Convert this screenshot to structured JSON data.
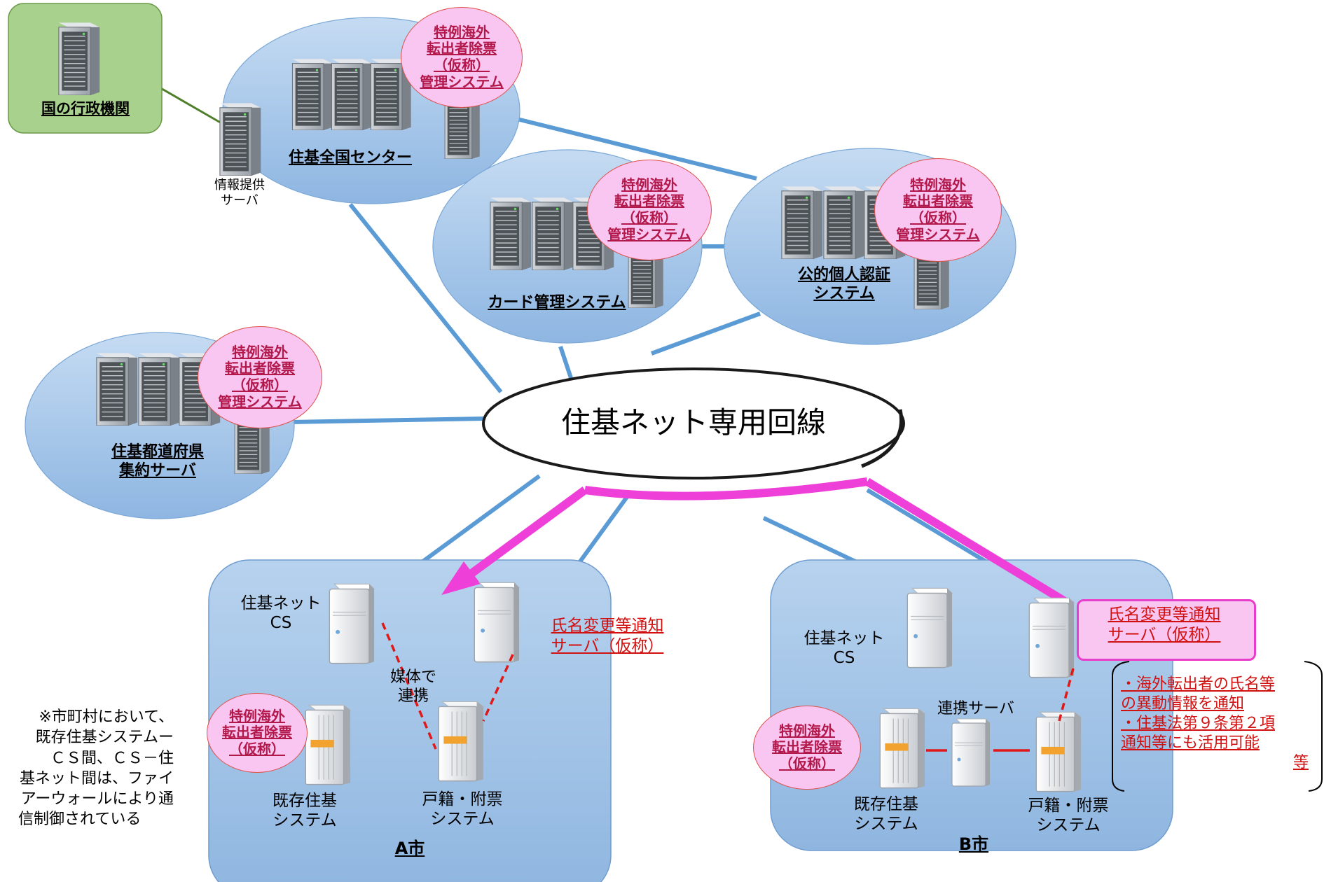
{
  "central_network": "住基ネット専用回線",
  "government": {
    "label": "国の行政機関"
  },
  "info_server": {
    "label_line1": "情報提供",
    "label_line2": "サーバ"
  },
  "special_system": {
    "line1": "特例海外",
    "line2": "転出者除票",
    "line3": "（仮称）",
    "line4": "管理システム"
  },
  "national_center": {
    "label": "住基全国センター"
  },
  "card_system": {
    "label": "カード管理システム"
  },
  "jpki": {
    "label_line1": "公的個人認証",
    "label_line2": "システム"
  },
  "prefecture": {
    "label_line1": "住基都道府県",
    "label_line2": "集約サーバ"
  },
  "city_a": {
    "name": "A市",
    "cs_line1": "住基ネット",
    "cs_line2": "CS",
    "notify_line1": "氏名変更等通知",
    "notify_line2": "サーバ（仮称）",
    "media_line1": "媒体で",
    "media_line2": "連携",
    "existing_line1": "既存住基",
    "existing_line2": "システム",
    "koseki_line1": "戸籍・附票",
    "koseki_line2": "システム"
  },
  "city_b": {
    "name": "B市",
    "cs_line1": "住基ネット",
    "cs_line2": "CS",
    "notify_line1": "氏名変更等通知",
    "notify_line2": "サーバ（仮称）",
    "link_server": "連携サーバ",
    "existing_line1": "既存住基",
    "existing_line2": "システム",
    "koseki_line1": "戸籍・附票",
    "koseki_line2": "システム"
  },
  "small_bubble": {
    "line1": "特例海外",
    "line2": "転出者除票",
    "line3": "（仮称）"
  },
  "footnote": {
    "line1": "※市町村において、",
    "line2": "既存住基システムー",
    "line3": "ＣＳ間、ＣＳ－住",
    "line4": "基ネット間は、ファイ",
    "line5": "アーウォールにより通",
    "line6": "信制御されている"
  },
  "note_b": {
    "line1": "・海外転出者の氏名等",
    "line2": "の異動情報を通知",
    "line3": "・住基法第９条第２項",
    "line4": "通知等にも活用可能",
    "line5": "等"
  },
  "colors": {
    "blue_line": "#5b9bd5",
    "magenta_arrow": "#ee3fd9",
    "ellipse_fill": "#9dc3e6",
    "city_box": "#9dc3e6",
    "gov_box": "#a9d18e",
    "pink_bubble": "#f9c6f2",
    "red_text": "#d11010"
  }
}
